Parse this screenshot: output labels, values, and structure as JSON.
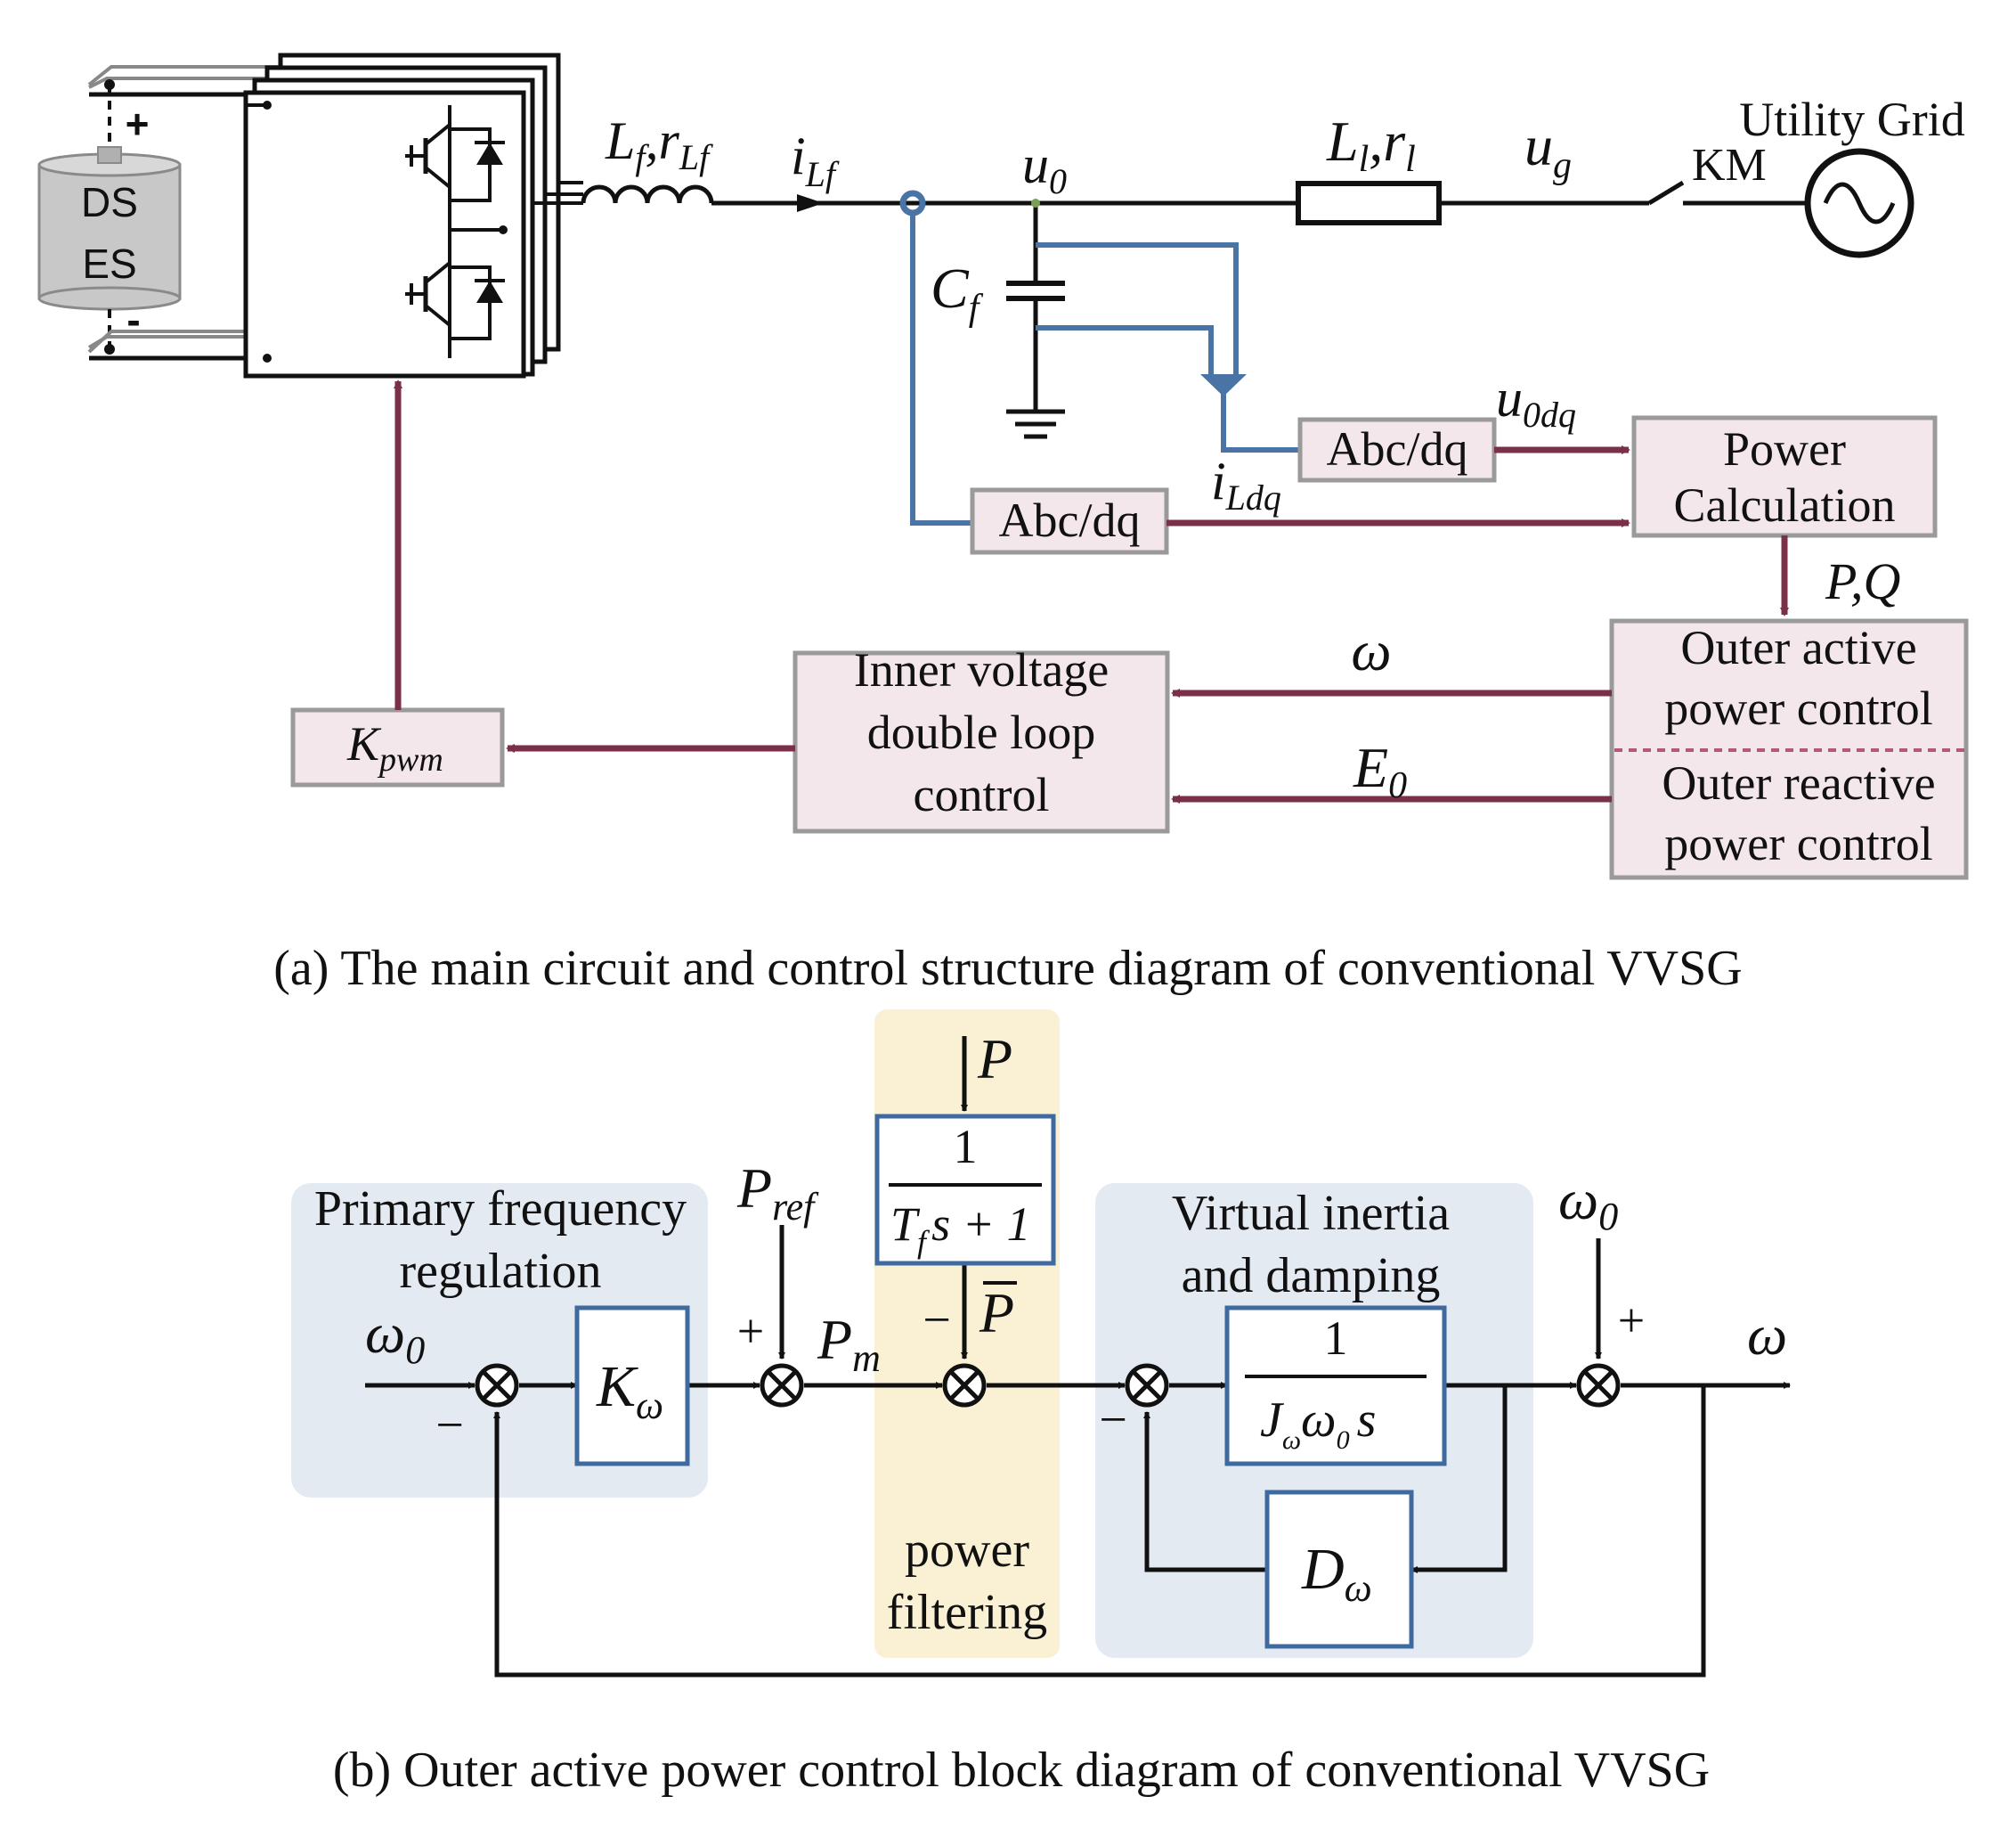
{
  "diagram_a": {
    "caption": "(a) The main circuit and control structure diagram of conventional VVSG",
    "storage": {
      "line1": "DS",
      "line2": "ES",
      "plus": "+",
      "minus": "-"
    },
    "labels": {
      "filter_inductor_L": "L",
      "filter_inductor_L_sub": "f",
      "filter_inductor_sep": ",",
      "filter_inductor_r": "r",
      "filter_inductor_r_sub": "Lf",
      "current_i": "i",
      "current_i_sub": "Lf",
      "voltage_u0": "u",
      "voltage_u0_sub": "0",
      "capacitor_C": "C",
      "capacitor_C_sub": "f",
      "line_L": "L",
      "line_L_sub": "l",
      "line_sep": ",",
      "line_r": "r",
      "line_r_sub": "l",
      "grid_u": "u",
      "grid_u_sub": "g",
      "switch": "KM",
      "grid": "Utility Grid",
      "u0dq_u": "u",
      "u0dq_sub": "0dq",
      "ildq_i": "i",
      "ildq_sub": "Ldq",
      "pq": "P,Q",
      "omega": "ω",
      "e0_E": "E",
      "e0_sub": "0"
    },
    "blocks": {
      "abc_dq_upper": "Abc/dq",
      "abc_dq_lower": "Abc/dq",
      "power_calc_1": "Power",
      "power_calc_2": "Calculation",
      "outer_active_1": "Outer active",
      "outer_active_2": "power control",
      "outer_reactive_1": "Outer reactive",
      "outer_reactive_2": "power control",
      "inner_1": "Inner voltage",
      "inner_2": "double loop",
      "inner_3": "control",
      "kpwm_K": "K",
      "kpwm_sub": "pwm"
    }
  },
  "diagram_b": {
    "caption": "(b) Outer active power control block diagram of conventional VVSG",
    "regions": {
      "primary_1": "Primary frequency",
      "primary_2": "regulation",
      "filter_1": "power",
      "filter_2": "filtering",
      "inertia_1": "Virtual inertia",
      "inertia_2": "and damping"
    },
    "signals": {
      "omega0_in": "ω",
      "omega0_in_sub": "0",
      "pref_P": "P",
      "pref_sub": "ref",
      "pm_P": "P",
      "pm_sub": "m",
      "p_top": "P",
      "pbar": "P",
      "omega0_top": "ω",
      "omega0_top_sub": "0",
      "omega_out": "ω",
      "plus": "+",
      "minus": "−"
    },
    "blocks": {
      "k_omega_K": "K",
      "k_omega_sub": "ω",
      "lpf_num": "1",
      "lpf_den_T": "T",
      "lpf_den_sub": "f",
      "lpf_den_rest": "s + 1",
      "inertia_num": "1",
      "inertia_J": "J",
      "inertia_J_sub": "ω",
      "inertia_w": "ω",
      "inertia_w_sub": "0",
      "inertia_s": "s",
      "damping_D": "D",
      "damping_sub": "ω"
    }
  },
  "colors": {
    "control_arrow": "#7a2f4a",
    "measurement_line": "#4a74a6",
    "block_fill": "#f3e7ec",
    "region_blue": "#e4eaf2",
    "region_yellow": "#faf0d4"
  }
}
